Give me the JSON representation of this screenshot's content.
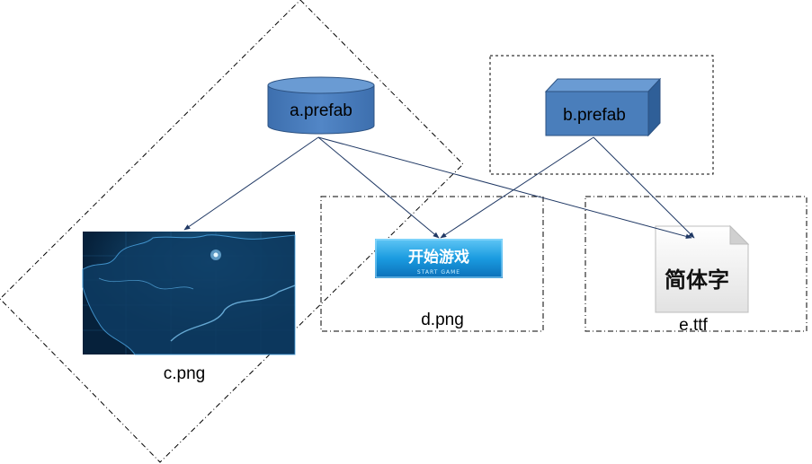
{
  "nodes": {
    "a_prefab": {
      "label": "a.prefab",
      "shape": "cylinder"
    },
    "b_prefab": {
      "label": "b.prefab",
      "shape": "cube"
    },
    "c_png": {
      "label": "c.png",
      "thumbnail": "blue map image"
    },
    "d_png": {
      "label": "d.png",
      "thumbnail": "button image",
      "button_text": "开始游戏",
      "button_subtext": "START GAME"
    },
    "e_ttf": {
      "label": "e.ttf",
      "thumbnail": "font file icon",
      "glyph_text": "简体字"
    }
  },
  "edges": [
    {
      "from": "a.prefab",
      "to": "c.png"
    },
    {
      "from": "a.prefab",
      "to": "d.png"
    },
    {
      "from": "a.prefab",
      "to": "e.ttf"
    },
    {
      "from": "b.prefab",
      "to": "d.png"
    },
    {
      "from": "b.prefab",
      "to": "e.ttf"
    }
  ],
  "colors": {
    "shape_fill": "#4a7ebb",
    "shape_top": "#6a9bd3",
    "shape_side": "#2f5f98",
    "shape_stroke": "#2c5282",
    "arrow": "#1f3864",
    "group_border": "#000000"
  }
}
